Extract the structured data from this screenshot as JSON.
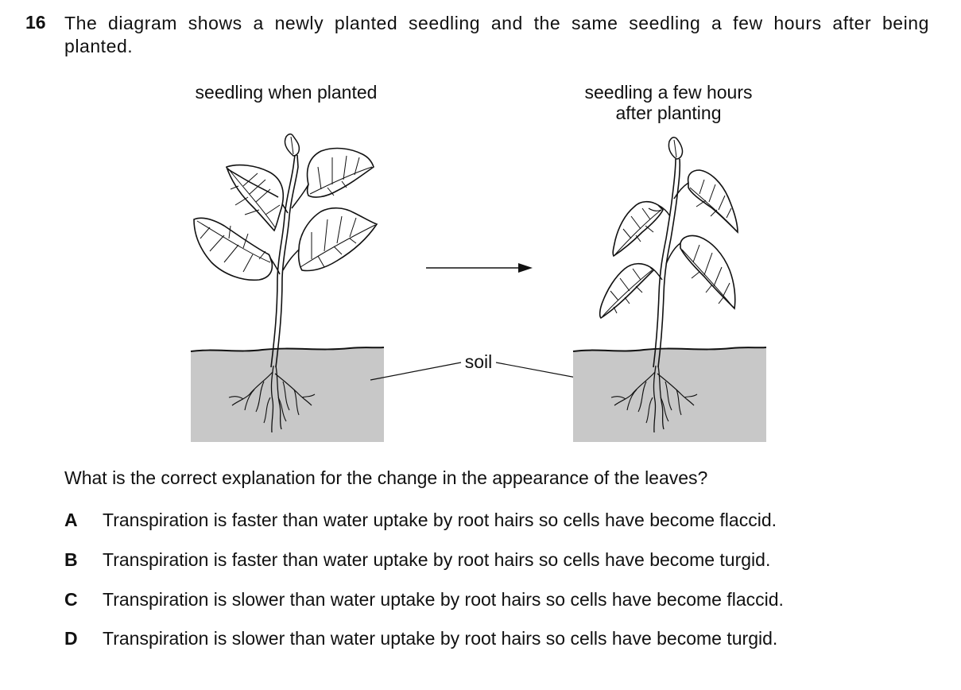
{
  "question": {
    "number": "16",
    "stem": "The diagram shows a newly planted seedling and the same seedling a few hours after being planted.",
    "prompt": "What is the correct explanation for the change in the appearance of the leaves?"
  },
  "diagram": {
    "left_label": "seedling when planted",
    "right_label_line1": "seedling a few hours",
    "right_label_line2": "after planting",
    "soil_label": "soil"
  },
  "options": [
    {
      "letter": "A",
      "text": "Transpiration is faster than water uptake by root hairs so cells have become flaccid."
    },
    {
      "letter": "B",
      "text": "Transpiration is faster than water uptake by root hairs so cells have become turgid."
    },
    {
      "letter": "C",
      "text": "Transpiration is slower than water uptake by root hairs so cells have become flaccid."
    },
    {
      "letter": "D",
      "text": "Transpiration is slower than water uptake by root hairs so cells have become turgid."
    }
  ],
  "colors": {
    "soil": "#c8c8c8",
    "ink": "#111111",
    "leaf_fill": "#ffffff"
  }
}
